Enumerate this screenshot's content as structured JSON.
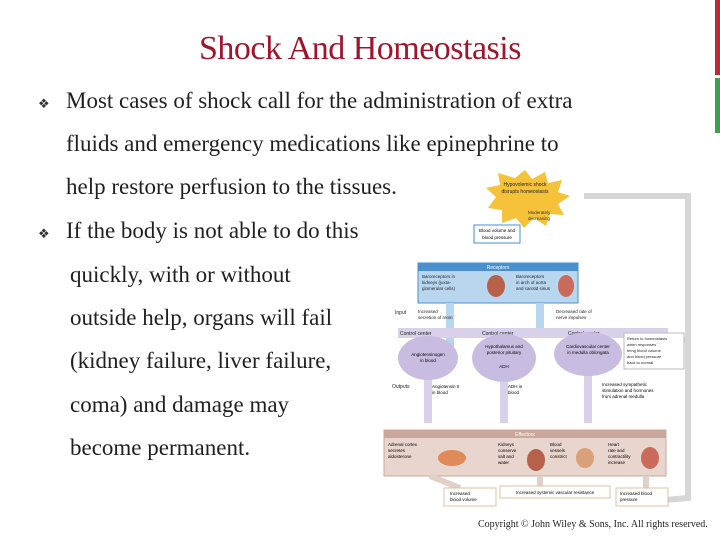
{
  "slide": {
    "title": "Shock And Homeostasis",
    "bullets": [
      {
        "lines": [
          "Most cases of shock call for the administration of extra",
          "fluids and emergency medications like epinephrine to",
          "help restore perfusion to the tissues."
        ]
      },
      {
        "lines": [
          "If the body is not able to do this",
          "quickly, with or without",
          "outside help, organs will fail",
          "(kidney failure, liver failure,",
          "coma) and damage may",
          "become permanent."
        ]
      }
    ],
    "copyright": "Copyright © John Wiley & Sons, Inc. All rights reserved."
  },
  "diagram": {
    "stimulus": "Hypovolemic shock disrupts homeostasis",
    "moderately_decreasing": "Moderately decreasing",
    "controlled_condition": "Blood volume and blood pressure",
    "receptors_title": "Receptors",
    "receptor_1": "Baroreceptors in kidneys (juxtaglomerular cells)",
    "receptor_2": "Baroreceptors in arch of aorta and carotid sinus",
    "input_label": "Input",
    "input_1": "Increased secretion of renin",
    "input_2": "Decreased rate of nerve impulses",
    "control_center_label": "Control center",
    "cc_1": "Angiotensinogen in blood",
    "cc_2": "Hypothalamus and posterior pituitary",
    "cc_3": "Cardiovascular center in medulla oblongata",
    "adh": "ADH",
    "outputs_label": "Outputs",
    "out_1": "Angiotensin II in blood",
    "out_2": "ADH in blood",
    "out_3": "Increased sympathetic stimulation and hormones from adrenal medulla",
    "effectors_title": "Effectors",
    "eff_1": "Adrenal cortex secretes aldosterone",
    "eff_2": "Kidneys conserve salt and water",
    "eff_3": "Blood vessels constrict",
    "eff_4": "Heart rate and contractility increase",
    "resp_1": "Increased blood volume",
    "resp_2": "Increased systemic vascular resistance",
    "resp_3": "Increased blood pressure",
    "return_text": "Return to homeostasis when responses bring blood volume and blood pressure back to normal"
  },
  "colors": {
    "title": "#a0152b",
    "receptor_band": "#4a8fd0",
    "control_band": "#c8bde0",
    "effector_band": "#c9a89b",
    "stimulus_burst": "#f5c23a"
  }
}
